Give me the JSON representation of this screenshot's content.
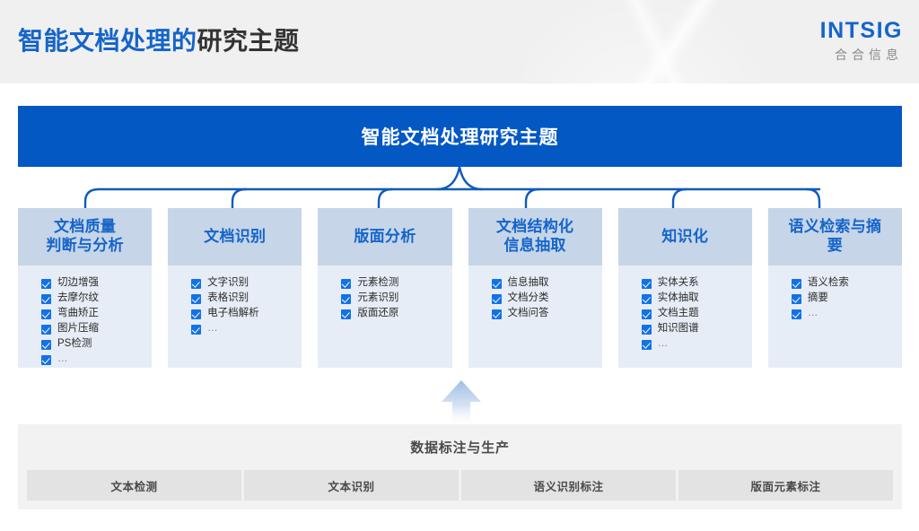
{
  "header": {
    "title_highlight": "智能文档处理的",
    "title_rest": "研究主题",
    "brand_main": "INTSIG",
    "brand_sub": "合合信息",
    "accent_color": "#1565c9",
    "band_color": "#f0f0f0"
  },
  "banner": {
    "label": "智能文档处理研究主题",
    "bg_color": "#0458c4",
    "text_color": "#ffffff"
  },
  "columns": [
    {
      "title": "文档质量\n判断与分析",
      "title_line1": "文档质量",
      "title_line2": "判断与分析",
      "items": [
        "切边增强",
        "去摩尔纹",
        "弯曲矫正",
        "图片压缩",
        "PS检测",
        "…"
      ]
    },
    {
      "title": "文档识别",
      "title_line1": "文档识别",
      "title_line2": "",
      "items": [
        "文字识别",
        "表格识别",
        "电子档解析",
        "…"
      ]
    },
    {
      "title": "版面分析",
      "title_line1": "版面分析",
      "title_line2": "",
      "items": [
        "元素检测",
        "元素识别",
        "版面还原"
      ]
    },
    {
      "title": "文档结构化\n信息抽取",
      "title_line1": "文档结构化",
      "title_line2": "信息抽取",
      "items": [
        "信息抽取",
        "文档分类",
        "文档问答"
      ]
    },
    {
      "title": "知识化",
      "title_line1": "知识化",
      "title_line2": "",
      "items": [
        "实体关系",
        "实体抽取",
        "文档主题",
        "知识图谱",
        "…"
      ]
    },
    {
      "title": "语义检索与摘\n要",
      "title_line1": "语义检索与摘",
      "title_line2": "要",
      "items": [
        "语义检索",
        "摘要",
        "…"
      ]
    }
  ],
  "column_style": {
    "head_bg": "#c6d5e8",
    "head_text": "#1565c9",
    "body_bg": "#e7edf6",
    "checkbox_color": "#1272e8"
  },
  "arrow": {
    "name": "up-arrow",
    "color_top": "#9fbde4",
    "color_bottom": "#ffffff"
  },
  "bottom": {
    "title": "数据标注与生产",
    "panel_bg": "#f2f2f2",
    "cell_bg": "#e3e3e3",
    "cells": [
      "文本检测",
      "文本识别",
      "语义识别标注",
      "版面元素标注"
    ]
  },
  "connector": {
    "color": "#0f5bbf",
    "stroke_width": 2.4
  }
}
